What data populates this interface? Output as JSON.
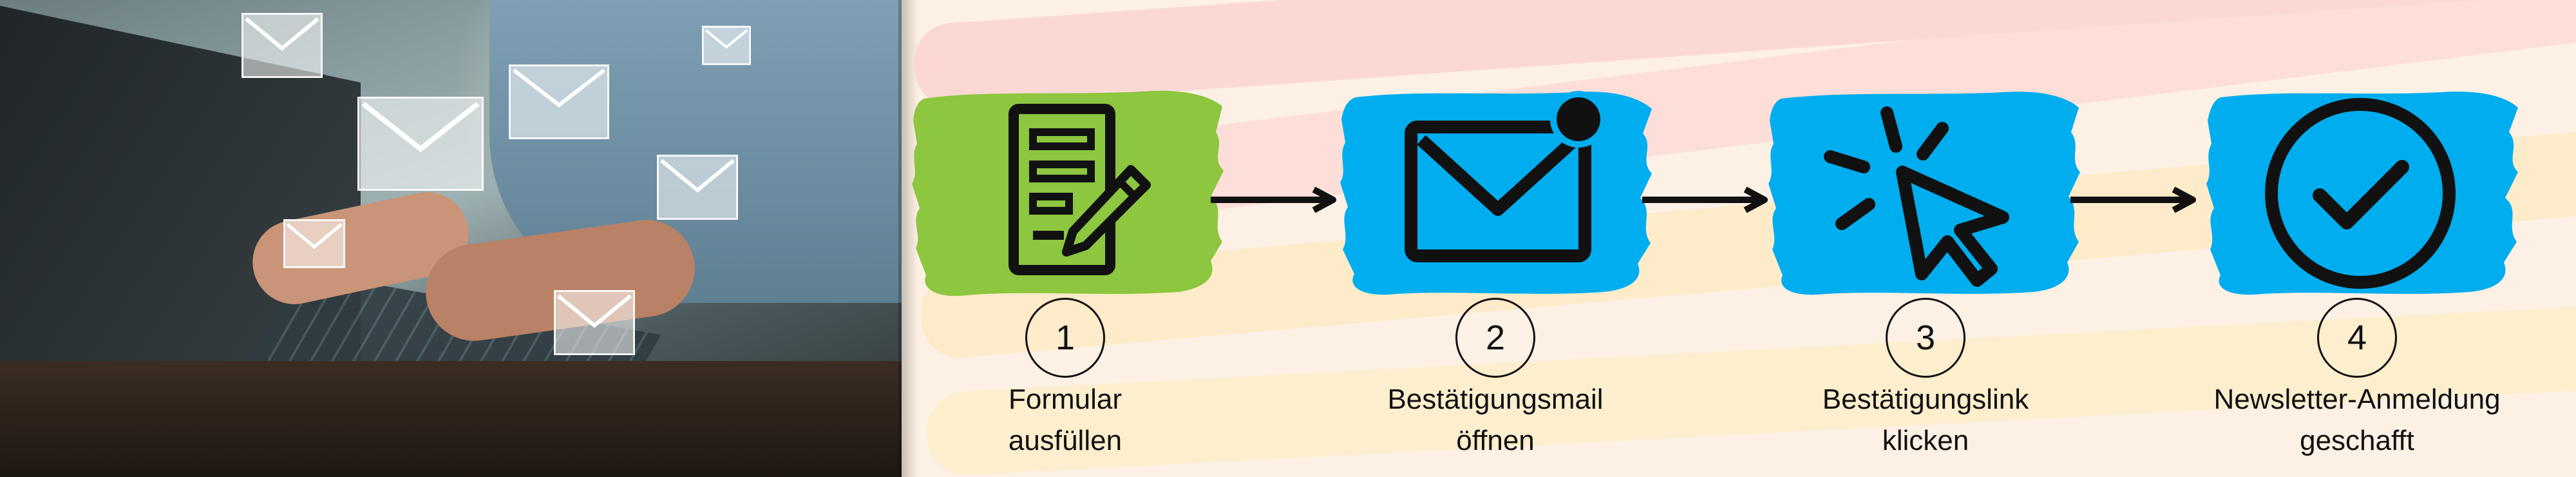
{
  "photo": {
    "description_icons": [
      "envelope-icon",
      "envelope-icon",
      "envelope-icon",
      "envelope-icon",
      "envelope-icon",
      "envelope-icon",
      "envelope-icon"
    ]
  },
  "colors": {
    "green": "#8dc63f",
    "blue": "#00aeef",
    "ink": "#111111",
    "bg": "#fdf0e4"
  },
  "steps": [
    {
      "number": "1",
      "line1": "Formular",
      "line2": "ausfüllen",
      "icon": "form-pencil-icon",
      "color": "green"
    },
    {
      "number": "2",
      "line1": "Bestätigungsmail",
      "line2": "öffnen",
      "icon": "mail-notification-icon",
      "color": "blue"
    },
    {
      "number": "3",
      "line1": "Bestätigungslink",
      "line2": "klicken",
      "icon": "cursor-click-icon",
      "color": "blue"
    },
    {
      "number": "4",
      "line1": "Newsletter-Anmeldung",
      "line2": "geschafft",
      "icon": "check-circle-icon",
      "color": "blue"
    }
  ]
}
